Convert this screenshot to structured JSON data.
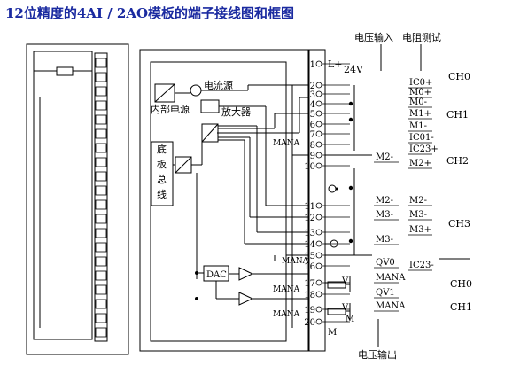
{
  "title": "12位精度的4AI / 2AO模板的端子接线图和框图",
  "labels": {
    "l_plus": "L+",
    "v24": "24V",
    "current_source": "电流源",
    "internal_power": "内部电源",
    "amplifier": "放大器",
    "backplane_bus": "底板总线",
    "dac": "DAC",
    "m_ana": "MANA",
    "m": "M",
    "v": "V",
    "voltage_input": "电压输入",
    "resistance_test": "电阻测试",
    "voltage_output": "电压输出"
  },
  "terminals": [
    "1",
    "2",
    "3",
    "4",
    "5",
    "6",
    "7",
    "8",
    "9",
    "10",
    "11",
    "12",
    "13",
    "14",
    "15",
    "16",
    "17",
    "18",
    "19",
    "20"
  ],
  "right_labels": {
    "ic0": "IC0+",
    "m0p": "M0+",
    "m0m": "M0-",
    "m1p": "M1+",
    "m1m": "M1-",
    "ic01": "IC01-",
    "ic23": "IC23+",
    "m2m_left": "M2-",
    "m2p": "M2+",
    "m2m": "M2-",
    "m2m_b": "M2-",
    "m3m": "M3-",
    "m3m_b": "M3-",
    "m3p": "M3+",
    "m3m_c": "M3-",
    "ic23m": "IC23-",
    "qv0": "QV0",
    "mana1": "MANA",
    "qv1": "QV1",
    "mana2": "MANA"
  },
  "channels": [
    "CH0",
    "CH1",
    "CH2",
    "CH3",
    "CH0",
    "CH1"
  ]
}
